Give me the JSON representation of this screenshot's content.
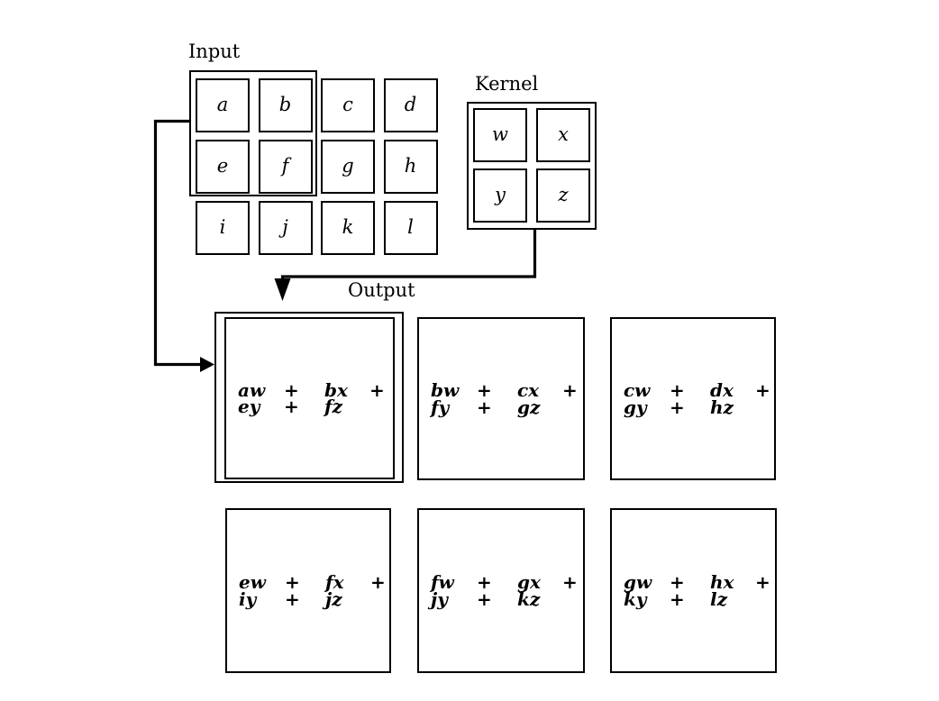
{
  "labels": {
    "input": "Input",
    "kernel": "Kernel",
    "output": "Output"
  },
  "input_grid": {
    "rows": 3,
    "cols": 4,
    "cells": [
      "a",
      "b",
      "c",
      "d",
      "e",
      "f",
      "g",
      "h",
      "i",
      "j",
      "k",
      "l"
    ],
    "highlighted_window": [
      "a",
      "b",
      "e",
      "f"
    ]
  },
  "kernel_grid": {
    "rows": 2,
    "cols": 2,
    "cells": [
      "w",
      "x",
      "y",
      "z"
    ]
  },
  "output_grid": {
    "rows": 2,
    "cols": 3,
    "boxes": [
      {
        "tokens": [
          "aw",
          "+",
          "bx",
          "+",
          "ey",
          "+",
          "fz"
        ],
        "highlighted": true
      },
      {
        "tokens": [
          "bw",
          "+",
          "cx",
          "+",
          "fy",
          "+",
          "gz"
        ],
        "highlighted": false
      },
      {
        "tokens": [
          "cw",
          "+",
          "dx",
          "+",
          "gy",
          "+",
          "hz"
        ],
        "highlighted": false
      },
      {
        "tokens": [
          "ew",
          "+",
          "fx",
          "+",
          "iy",
          "+",
          "jz"
        ],
        "highlighted": false
      },
      {
        "tokens": [
          "fw",
          "+",
          "gx",
          "+",
          "jy",
          "+",
          "kz"
        ],
        "highlighted": false
      },
      {
        "tokens": [
          "gw",
          "+",
          "hx",
          "+",
          "ky",
          "+",
          "lz"
        ],
        "highlighted": false
      }
    ]
  },
  "colors": {
    "stroke": "#000000",
    "background": "#ffffff",
    "text": "#000000"
  }
}
